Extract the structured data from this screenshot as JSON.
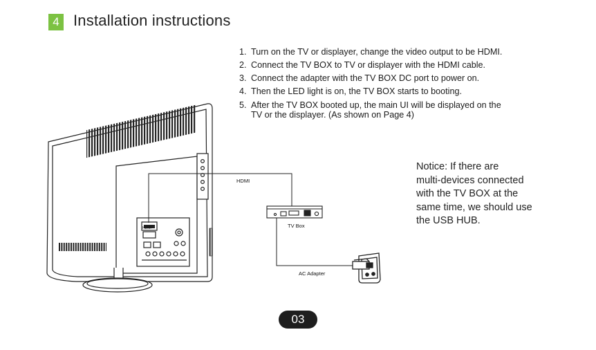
{
  "section": {
    "number": "4",
    "title": "Installation instructions",
    "accent_color": "#7cc242"
  },
  "steps": [
    {
      "num": "1.",
      "text": "Turn on the TV or displayer,  change the video output to be HDMI."
    },
    {
      "num": "2.",
      "text": "Connect the TV BOX to TV or displayer with the HDMI cable."
    },
    {
      "num": "3.",
      "text": "Connect the adapter with the TV BOX DC port to power on."
    },
    {
      "num": "4.",
      "text": "Then the LED light is on, the TV BOX starts to booting."
    },
    {
      "num": "5.",
      "line1": "After the TV BOX booted up, the main UI will be displayed on the",
      "line2": "TV or the displayer. (As shown on Page 4)"
    }
  ],
  "notice": {
    "line1": "Notice: If there are",
    "line2": "multi-devices connected",
    "line3": "with the TV BOX at the",
    "line4": "same time, we should use",
    "line5": "the USB HUB."
  },
  "diagram": {
    "hdmi_label": "HDMI",
    "tvbox_label": "TV Box",
    "adapter_label": "AC Adapter",
    "port_label": "HDMI",
    "icons": [
      "tv-back-illustration",
      "tv-box-illustration",
      "ac-adapter-plug-illustration"
    ]
  },
  "page": {
    "number": "03"
  }
}
